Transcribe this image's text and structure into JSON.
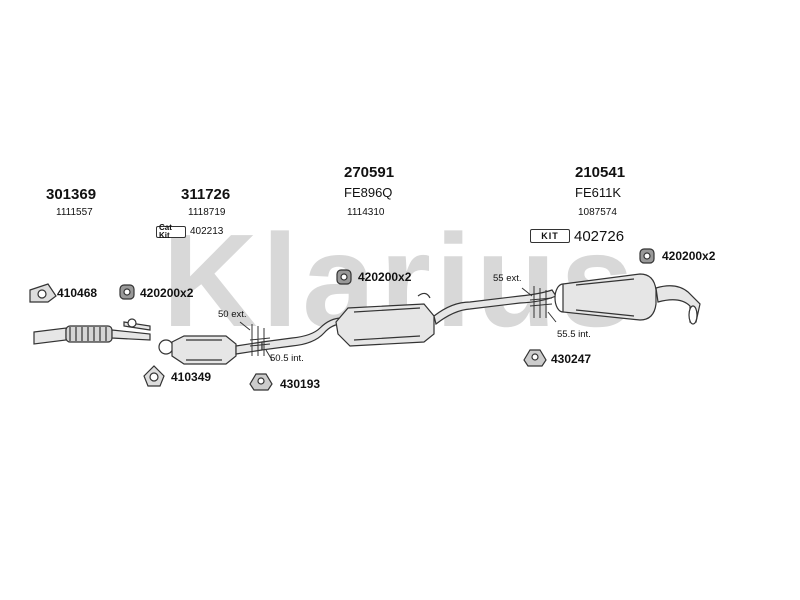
{
  "watermark": "Klarius",
  "assemblies": [
    {
      "part": "301369",
      "oe": "1111557"
    },
    {
      "part": "311726",
      "oe": "1118719"
    },
    {
      "part": "270591",
      "code": "FE896Q",
      "oe": "1114310"
    },
    {
      "part": "210541",
      "code": "FE611K",
      "oe": "1087574"
    }
  ],
  "kits": [
    {
      "badge": "Cat Kit",
      "number": "402213"
    },
    {
      "badge": "KIT",
      "number": "402726"
    }
  ],
  "fittings": [
    {
      "part": "410468"
    },
    {
      "part": "420200x2"
    },
    {
      "part": "420200x2"
    },
    {
      "part": "420200x2"
    },
    {
      "part": "410349"
    },
    {
      "part": "430193"
    },
    {
      "part": "430247"
    }
  ],
  "dimensions": [
    {
      "text": "50 ext."
    },
    {
      "text": "50.5 int."
    },
    {
      "text": "55 ext."
    },
    {
      "text": "55.5 int."
    }
  ],
  "colors": {
    "watermark": "#d8d8d8",
    "line": "#333333",
    "metal": "#e6e6e6"
  }
}
